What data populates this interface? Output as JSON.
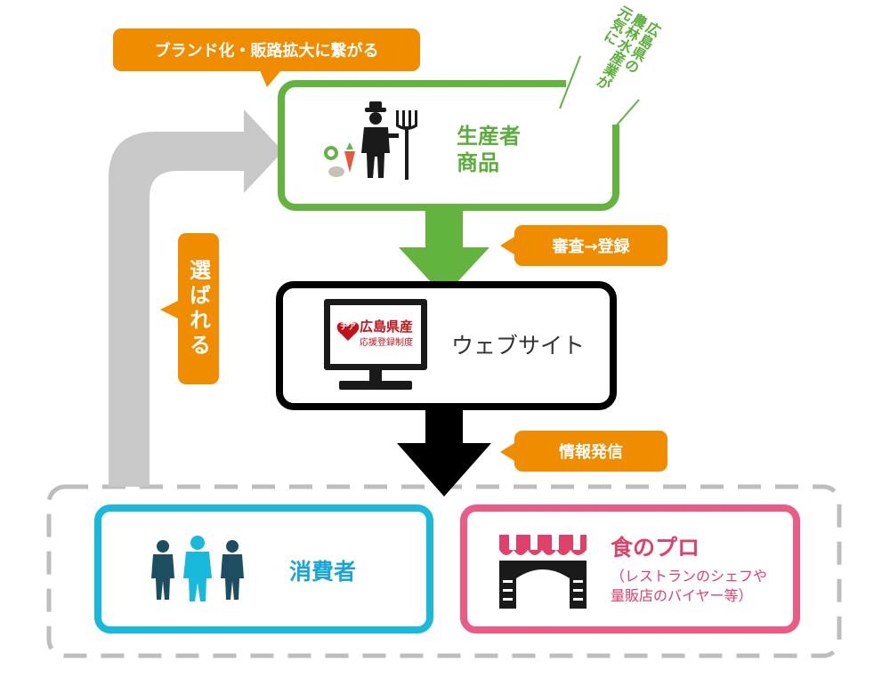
{
  "callouts": {
    "brand": "ブランド化・販路拡大に繋がる",
    "review": "審査→登録",
    "chosen": "選ばれる",
    "publish": "情報発信"
  },
  "producer": {
    "line1": "生産者",
    "line2": "商品",
    "vertical_col1": "広島県の",
    "vertical_col2": "農林水産業が",
    "vertical_col3": "元気に"
  },
  "website": {
    "label": "ウェブサイト",
    "logo_mark": "チア",
    "logo_title": "広島県産",
    "logo_subtitle": "応援登録制度"
  },
  "consumer": {
    "label": "消費者"
  },
  "food_pro": {
    "title": "食のプロ",
    "line1": "（レストランのシェフや",
    "line2": "量販店のバイヤー等）"
  },
  "colors": {
    "green": "#63b33f",
    "black": "#000000",
    "orange": "#f08c00",
    "gray": "#c8c8c8",
    "cyan": "#19b9dc",
    "pink": "#ec5b86",
    "dashed": "#bdbdbd"
  }
}
